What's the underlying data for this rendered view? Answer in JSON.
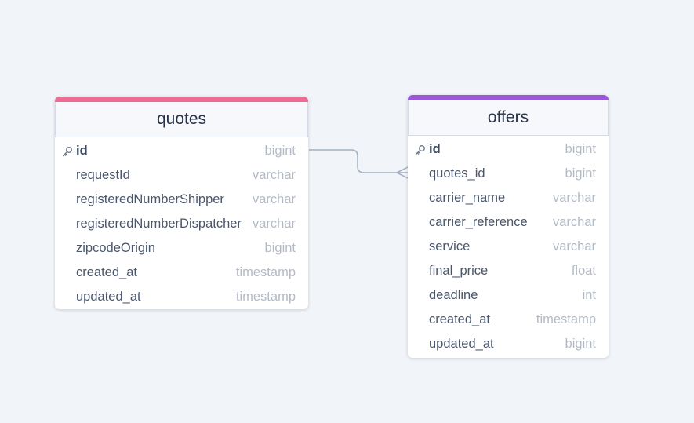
{
  "tables": [
    {
      "name": "quotes",
      "accent_color": "#f06b93",
      "columns": [
        {
          "name": "id",
          "type": "bigint",
          "pk": true
        },
        {
          "name": "requestId",
          "type": "varchar",
          "pk": false
        },
        {
          "name": "registeredNumberShipper",
          "type": "varchar",
          "pk": false
        },
        {
          "name": "registeredNumberDispatcher",
          "type": "varchar",
          "pk": false
        },
        {
          "name": "zipcodeOrigin",
          "type": "bigint",
          "pk": false
        },
        {
          "name": "created_at",
          "type": "timestamp",
          "pk": false
        },
        {
          "name": "updated_at",
          "type": "timestamp",
          "pk": false
        }
      ]
    },
    {
      "name": "offers",
      "accent_color": "#9b57dc",
      "columns": [
        {
          "name": "id",
          "type": "bigint",
          "pk": true
        },
        {
          "name": "quotes_id",
          "type": "bigint",
          "pk": false
        },
        {
          "name": "carrier_name",
          "type": "varchar",
          "pk": false
        },
        {
          "name": "carrier_reference",
          "type": "varchar",
          "pk": false
        },
        {
          "name": "service",
          "type": "varchar",
          "pk": false
        },
        {
          "name": "final_price",
          "type": "float",
          "pk": false
        },
        {
          "name": "deadline",
          "type": "int",
          "pk": false
        },
        {
          "name": "created_at",
          "type": "timestamp",
          "pk": false
        },
        {
          "name": "updated_at",
          "type": "bigint",
          "pk": false
        }
      ]
    }
  ],
  "relationships": [
    {
      "from_table": "quotes",
      "from_column": "id",
      "from_cardinality": "one",
      "to_table": "offers",
      "to_column": "quotes_id",
      "to_cardinality": "many",
      "line_color": "#a3aec0"
    }
  ],
  "icons": {
    "primary_key": "key-icon"
  }
}
